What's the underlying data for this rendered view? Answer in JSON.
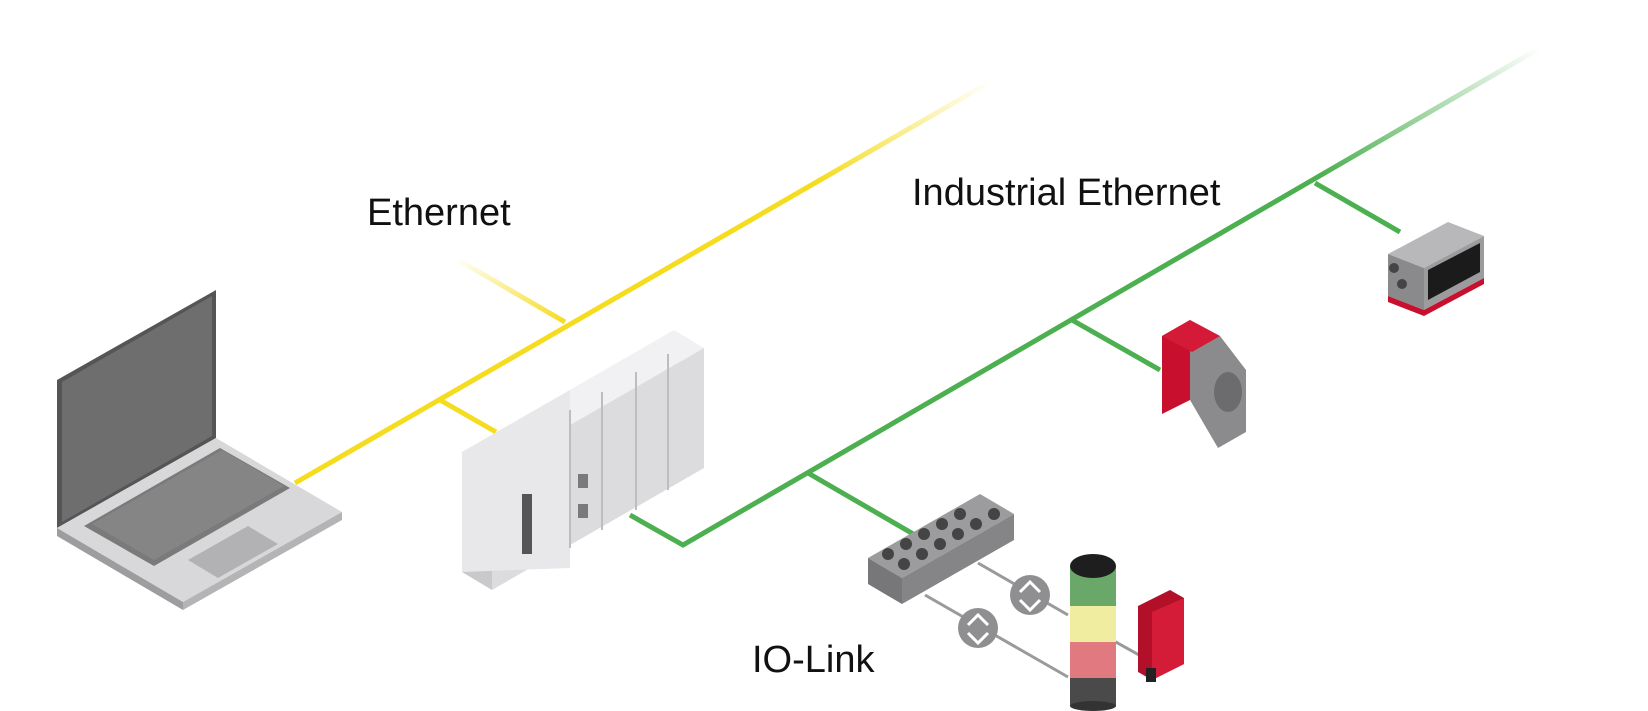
{
  "labels": {
    "ethernet": "Ethernet",
    "industrial_ethernet": "Industrial Ethernet",
    "io_link": "IO-Link"
  },
  "colors": {
    "ethernet_line": "#f5dc1e",
    "industrial_line": "#4caf50",
    "iolink_line": "#9a9a9a",
    "device_red": "#c8102e",
    "device_gray": "#8c8c8c",
    "plc_body": "#e6e6e8",
    "stack_green": "#6aa86a",
    "stack_yellow": "#f0eda0",
    "stack_red": "#e07a80",
    "stack_dark": "#4a4a4a"
  },
  "icons": [
    "laptop-icon",
    "plc-icon",
    "io-link-master-icon",
    "signal-tower-icon",
    "photoelectric-sensor-icon",
    "laser-scanner-icon",
    "display-unit-icon",
    "io-link-exchange-icon"
  ]
}
